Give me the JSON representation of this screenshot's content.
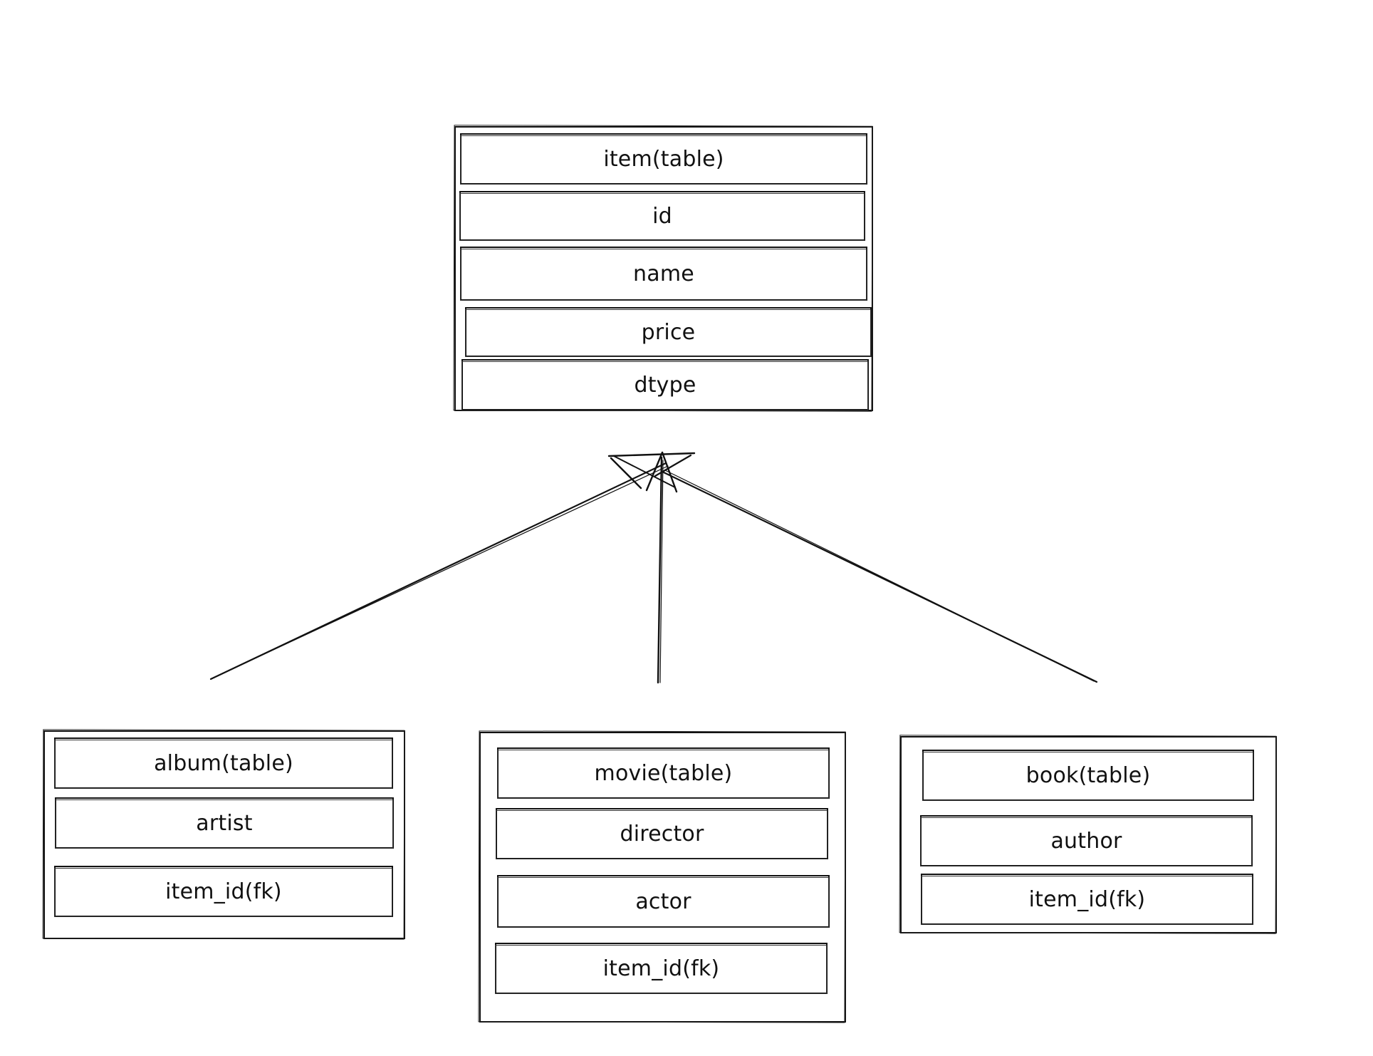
{
  "diagram": {
    "parent": {
      "title": "item(table)",
      "fields": [
        "id",
        "name",
        "price",
        "dtype"
      ]
    },
    "children": [
      {
        "title": "album(table)",
        "fields": [
          "artist",
          "item_id(fk)"
        ]
      },
      {
        "title": "movie(table)",
        "fields": [
          "director",
          "actor",
          "item_id(fk)"
        ]
      },
      {
        "title": "book(table)",
        "fields": [
          "author",
          "item_id(fk)"
        ]
      }
    ],
    "relationship": "inheritance",
    "colors": {
      "stroke": "#111111",
      "background": "#ffffff"
    }
  }
}
